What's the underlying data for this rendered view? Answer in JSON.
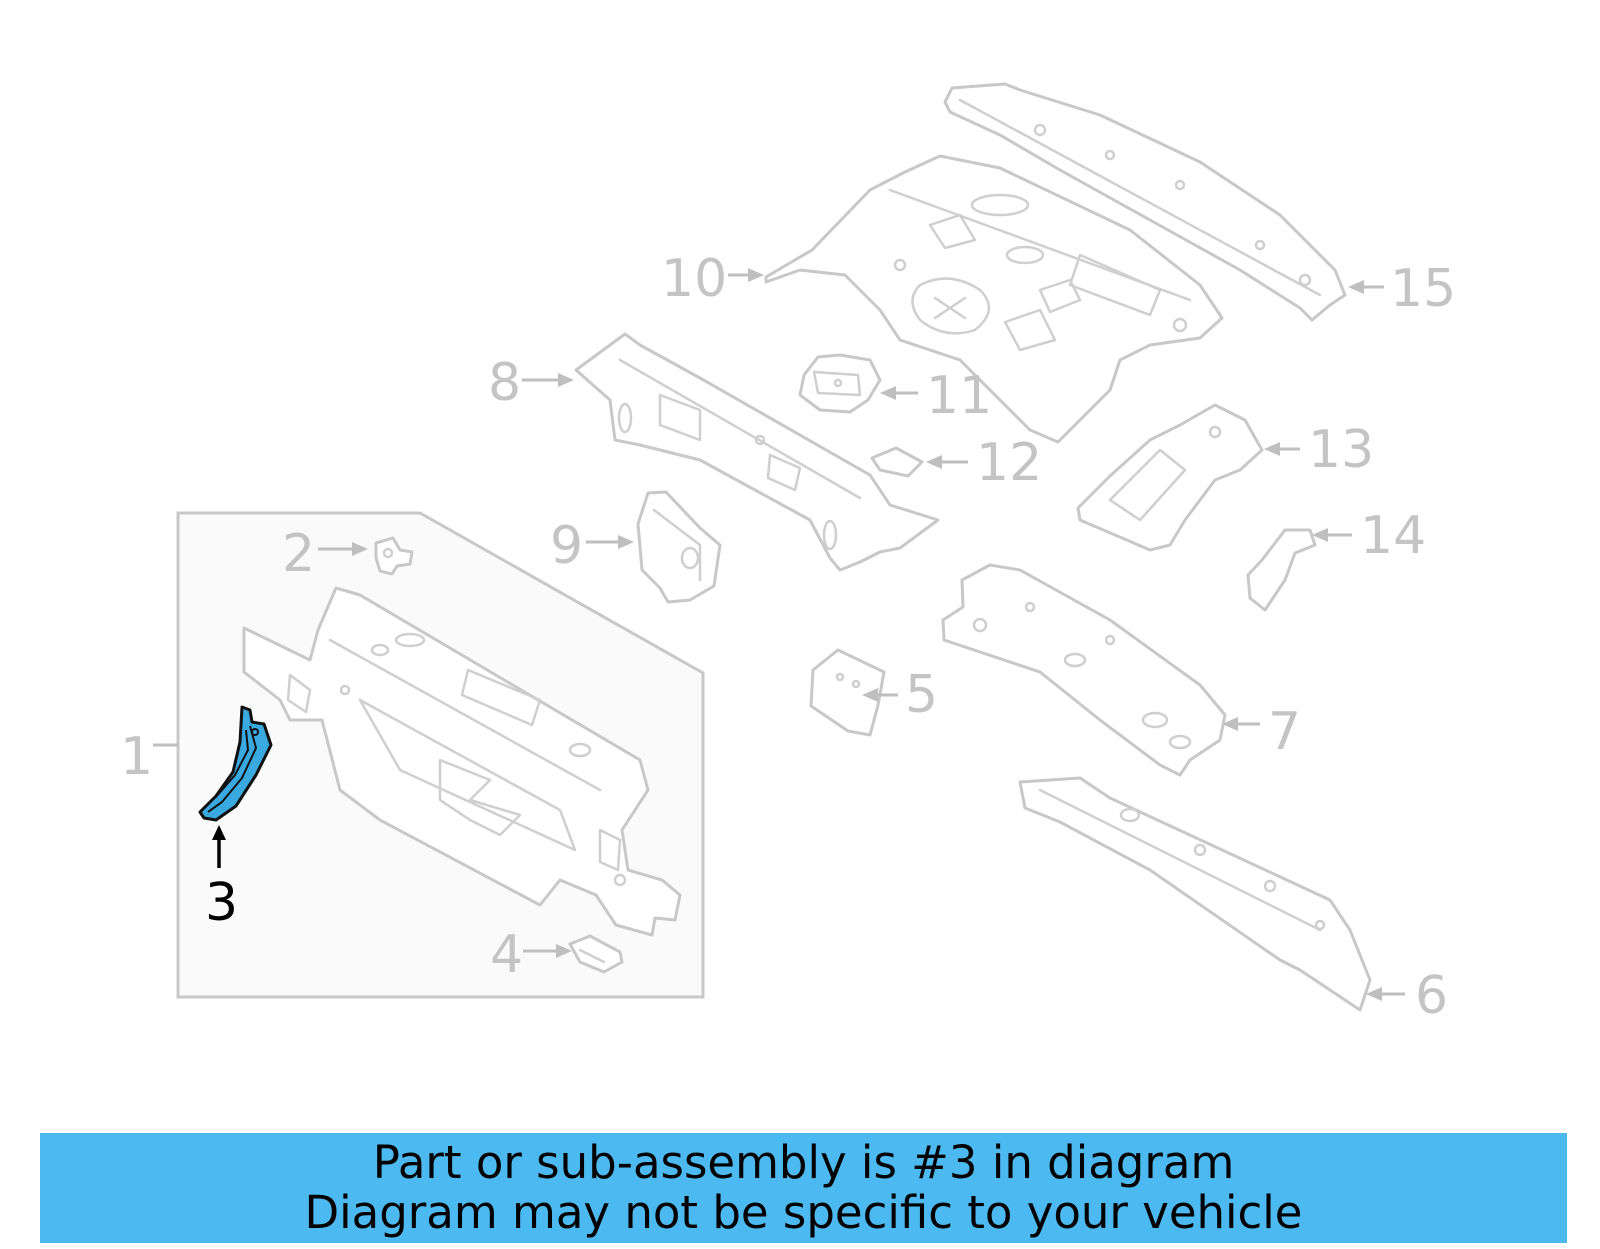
{
  "diagram": {
    "highlighted_part": "3",
    "callouts": {
      "c1": "1",
      "c2": "2",
      "c3": "3",
      "c4": "4",
      "c5": "5",
      "c6": "6",
      "c7": "7",
      "c8": "8",
      "c9": "9",
      "c10": "10",
      "c11": "11",
      "c12": "12",
      "c13": "13",
      "c14": "14",
      "c15": "15"
    },
    "colors": {
      "highlight_fill": "#3aa9df",
      "line_art": "#c8c8c8",
      "banner_background": "#4cb9f0"
    }
  },
  "banner": {
    "line1": "Part or sub-assembly is #3 in diagram",
    "line2": "Diagram may not be specific to your vehicle"
  }
}
